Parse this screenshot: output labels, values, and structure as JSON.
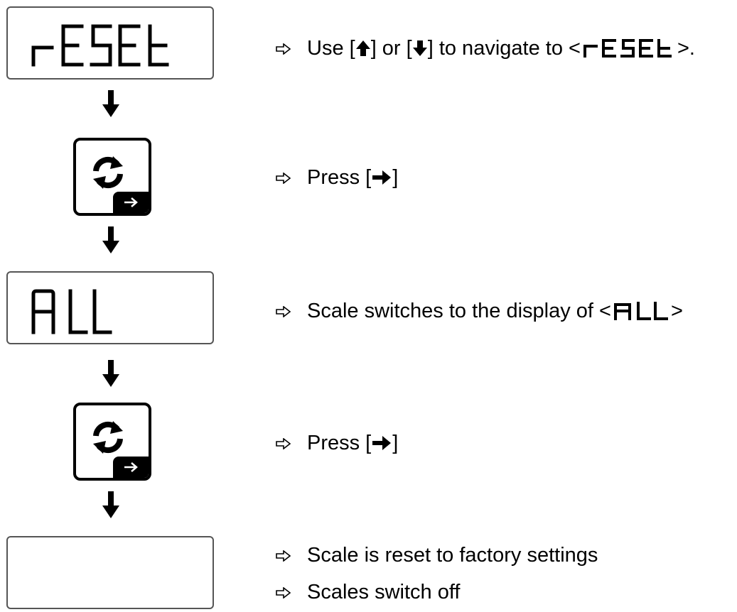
{
  "displays": {
    "reset_display": "rESEt",
    "all_display": "ALL",
    "blank_display": ""
  },
  "steps": [
    {
      "pre": "Use [",
      "mid1": " ] or [",
      "mid2": " ] to navigate to <",
      "code": "rESEt",
      "post": ">."
    },
    {
      "pre": "Press [",
      "post": "]"
    },
    {
      "pre": "Scale switches to the display of <",
      "code": "ALL",
      "post": ">"
    },
    {
      "pre": "Press [",
      "post": "]"
    },
    {
      "text": "Scale is reset to factory settings"
    },
    {
      "text": "Scales switch off"
    }
  ],
  "icons": {
    "bullet": "outline-right-arrow-icon",
    "key": "cycle-key-icon",
    "flow": "down-arrow-icon"
  }
}
